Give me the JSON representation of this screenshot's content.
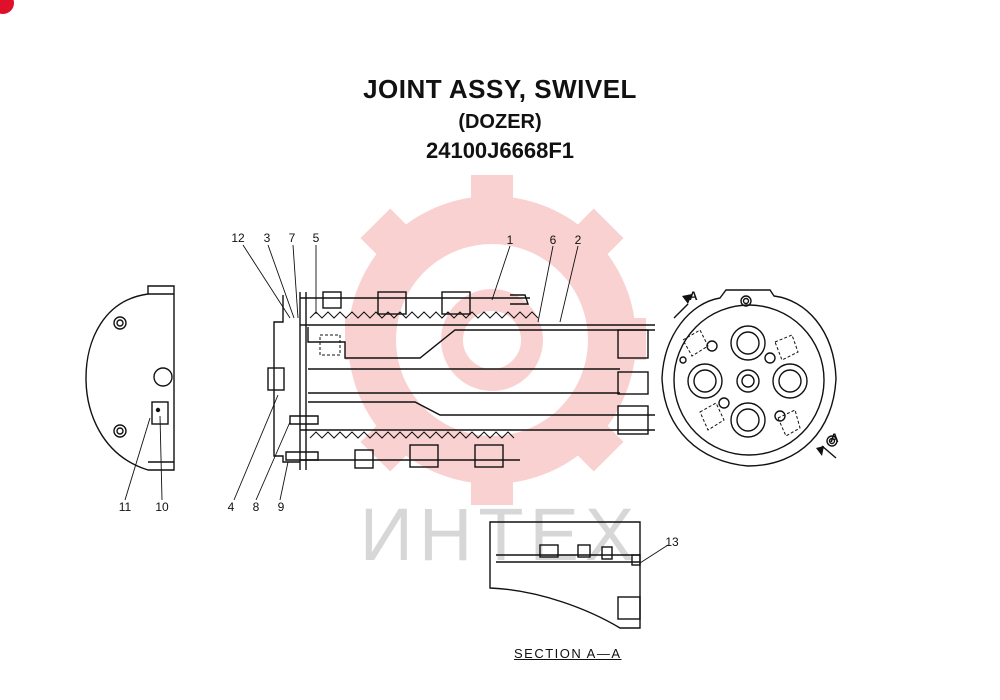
{
  "title": {
    "main": "JOINT ASSY, SWIVEL",
    "sub": "(DOZER)",
    "part_number": "24100J6668F1"
  },
  "callouts": [
    "1",
    "2",
    "3",
    "4",
    "5",
    "6",
    "7",
    "8",
    "9",
    "10",
    "11",
    "12",
    "13"
  ],
  "section_arrow_label": "A",
  "section_caption": "SECTION  A—A",
  "watermark": {
    "text": "ИНТЕХ",
    "color": "#e8312f"
  }
}
